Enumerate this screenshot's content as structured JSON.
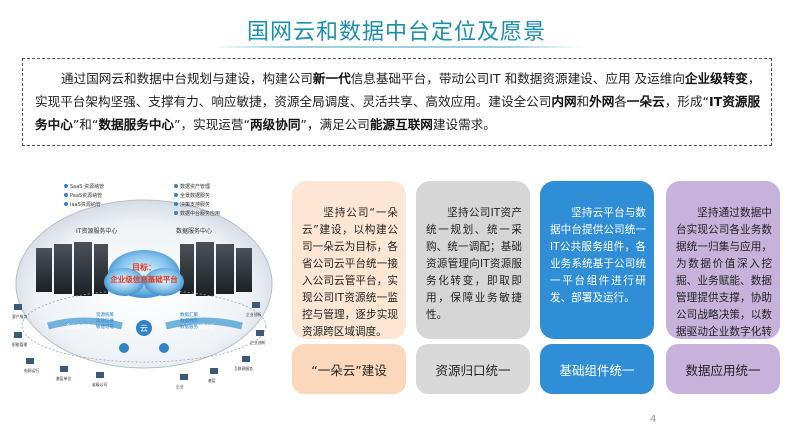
{
  "title": "国网云和数据中台定位及愿景",
  "intro": [
    {
      "t": "通过国网云和数据中台规划与建设，构建公司",
      "b": false
    },
    {
      "t": "新一代",
      "b": true
    },
    {
      "t": "信息基础平台，带动公司IT 和数据资源建设、应用 及运维向",
      "b": false
    },
    {
      "t": "企业级转变",
      "b": true
    },
    {
      "t": "，实现平台架构坚强、支撑有力、响应敏捷，资源全局调度、灵活共享、高效应用。建设全公司",
      "b": false
    },
    {
      "t": "内网",
      "b": true
    },
    {
      "t": "和",
      "b": false
    },
    {
      "t": "外网",
      "b": true
    },
    {
      "t": "各",
      "b": false
    },
    {
      "t": "一朵云",
      "b": true
    },
    {
      "t": "，形成“",
      "b": false
    },
    {
      "t": "IT资源服务中心",
      "b": true
    },
    {
      "t": "”和“",
      "b": false
    },
    {
      "t": "数据服务中心",
      "b": true
    },
    {
      "t": "”，实现运营“",
      "b": false
    },
    {
      "t": "两级协同",
      "b": true
    },
    {
      "t": "”，满足公司",
      "b": false
    },
    {
      "t": "能源互联网",
      "b": true
    },
    {
      "t": "建设需求。",
      "b": false
    }
  ],
  "diagram": {
    "left_list": [
      "SaaS 资源纳管",
      "PaaS资源纳管",
      "IaaS资源纳管"
    ],
    "right_list": [
      "数据资产管理",
      "全景数据服务",
      "决策支持服务",
      "数据中台服务应用"
    ],
    "left_header": "IT资源服务中心",
    "right_header": "数据服务中心",
    "cloud_label1": "目标：",
    "cloud_label2": "企业级信息基础平台",
    "left_band": "企业级云平台",
    "right_band": "企业级数据中台",
    "left_lines": [
      "资源统筹",
      "高效运维",
      "敏捷可靠"
    ],
    "right_lines": [
      "数据汇聚",
      "数据共享",
      "数据服务"
    ],
    "center_glyph": "云",
    "nodes": [
      "客户服务",
      "职能管理",
      "电网运行",
      "基层单位",
      "省级公司",
      "企业创新",
      "企业创新",
      "互联网服务",
      "基层",
      "企业"
    ]
  },
  "cards": [
    {
      "text": "坚持公司“一朵云”建设，以构建公司一朵云为目标，各省公司云平台统一接入公司云管平台，实现公司IT资源统一监控与管理，逐步实现资源跨区域调度。",
      "tag": "“一朵云”建设"
    },
    {
      "text": "坚持公司IT资产统一规划、统一采购、统一调配；基础资源管理向IT资源服务化转变，即取即用，保障业务敏捷性。",
      "tag": "资源归口统一"
    },
    {
      "text": "坚持云平台与数据中台提供公司统一IT公共服务组件，各业务系统基于公司统一平台组件进行研发、部署及运行。",
      "tag": "基础组件统一"
    },
    {
      "text": "坚持通过数据中台实现公司各业务数据统一归集与应用，为数据价值深入挖掘、业务赋能、数据管理提供支撑，协助公司战略决策，以数据驱动企业数字化转型。",
      "tag": "数据应用统一"
    }
  ],
  "page_number": "4",
  "colors": {
    "title": "#1a8fae",
    "card1": "#fde7d4",
    "card2": "#d6d6d6",
    "card3": "#2f8ed6",
    "card4": "#c6b2da"
  }
}
